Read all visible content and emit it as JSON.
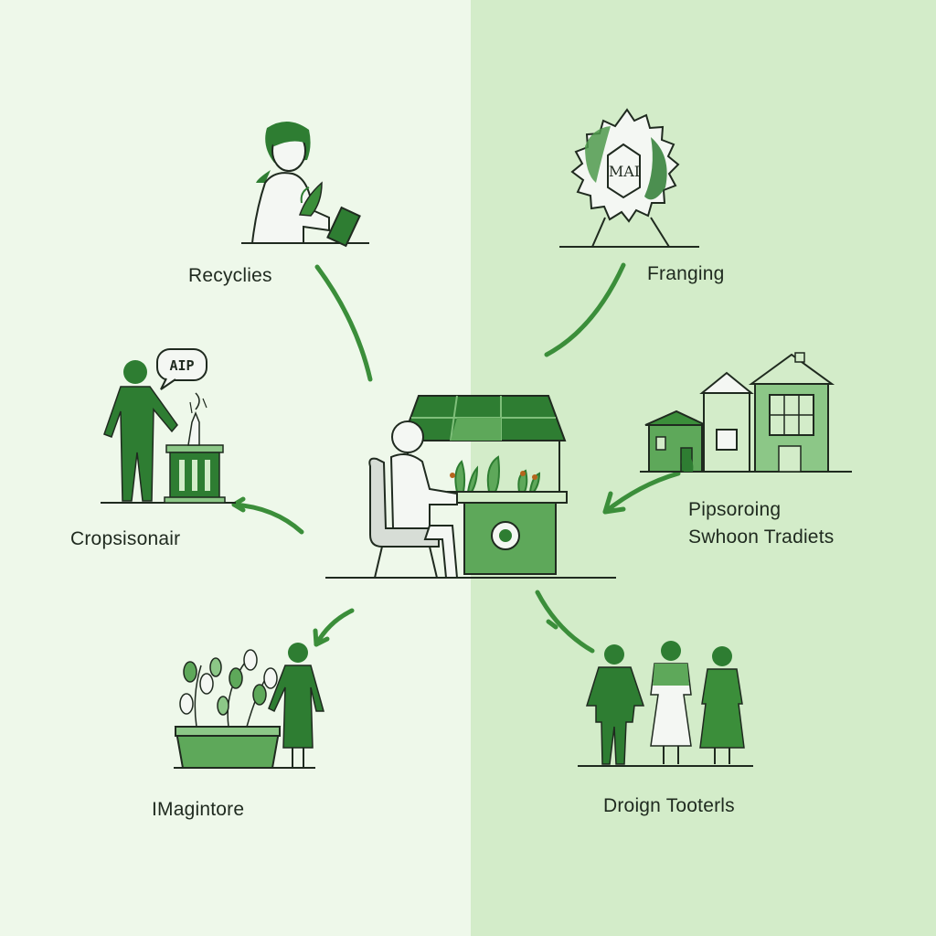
{
  "colors": {
    "left_bg": "#eef8ea",
    "right_bg": "#d3ecc9",
    "dark_green": "#2e7d32",
    "mid_green": "#5ea85a",
    "light_green": "#8cc787",
    "outline": "#1f2a1f",
    "figure_fill": "#f4f7f3"
  },
  "center": {
    "icon": "greenhouse-workstation-icon"
  },
  "nodes": [
    {
      "id": "recycling",
      "label": "Recyclies",
      "icon": "person-with-plant-icon"
    },
    {
      "id": "framing",
      "label": "Franging",
      "icon": "badge-seal-icon",
      "badge_text": "MAI"
    },
    {
      "id": "programs",
      "label_line1": "Pipsoroing",
      "label_line2": "Swhoon Tradiets",
      "icon": "buildings-icon"
    },
    {
      "id": "community",
      "label": "Droign Tooterls",
      "icon": "people-group-icon"
    },
    {
      "id": "imagine",
      "label": "IMagintore",
      "icon": "planter-person-icon"
    },
    {
      "id": "crops",
      "label": "Cropsisonair",
      "icon": "speaker-podium-icon",
      "bubble_text": "AIP"
    }
  ]
}
